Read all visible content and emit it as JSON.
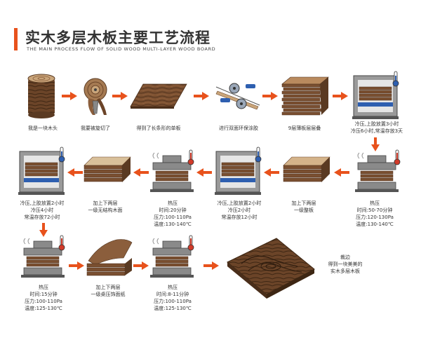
{
  "header": {
    "title": "实木多层木板主要工艺流程",
    "subtitle": "THE MAIN PROCESS FLOW OF SOLID WOOD MULTI-LAYER WOOD BOARD"
  },
  "colors": {
    "accent": "#e8521c",
    "wood_dark": "#5a3a22",
    "wood_mid": "#8b5e3c",
    "wood_light": "#c9a57a",
    "machine_gray": "#8a8a8a",
    "glue_blue": "#2e5fb0"
  },
  "steps": [
    {
      "label": [
        "我是一块木头"
      ]
    },
    {
      "label": [
        "我要被旋切了"
      ]
    },
    {
      "label": [
        "得到了长条形的单板"
      ]
    },
    {
      "label": [
        "进行双面环保涂胶"
      ]
    },
    {
      "label": [
        "9层薄板层层叠"
      ]
    },
    {
      "label": [
        "冷压,上胶放置3小时",
        "冷压6小时,常温存放3天"
      ]
    },
    {
      "label": [
        "热压",
        "时间:50-70分钟",
        "压力:120-130Pa",
        "温度:130-140℃"
      ]
    },
    {
      "label": [
        "加上下两层",
        "一级整板"
      ]
    },
    {
      "label": [
        "冷压,上胶放置2小时",
        "冷压2小时",
        "常温存放12小时"
      ]
    },
    {
      "label": [
        "热压",
        "时间:20分钟",
        "压力:100-110Pa",
        "温度:130-140℃"
      ]
    },
    {
      "label": [
        "加上下两层",
        "一级无结构木面"
      ]
    },
    {
      "label": [
        "冷压,上胶放置2小时",
        "冷压4小时",
        "常温存放72小时"
      ]
    },
    {
      "label": [
        "热压",
        "时间:15分钟",
        "压力:100-110Pa",
        "温度:125-130℃"
      ]
    },
    {
      "label": [
        "加上下两层",
        "一级桌压饰面纸"
      ]
    },
    {
      "label": [
        "热压",
        "时间:8-11分钟",
        "压力:100-110Pa",
        "温度:125-130℃"
      ]
    },
    {
      "label": [
        "裁边",
        "得到一块美美的",
        "实木多层木板"
      ]
    }
  ]
}
